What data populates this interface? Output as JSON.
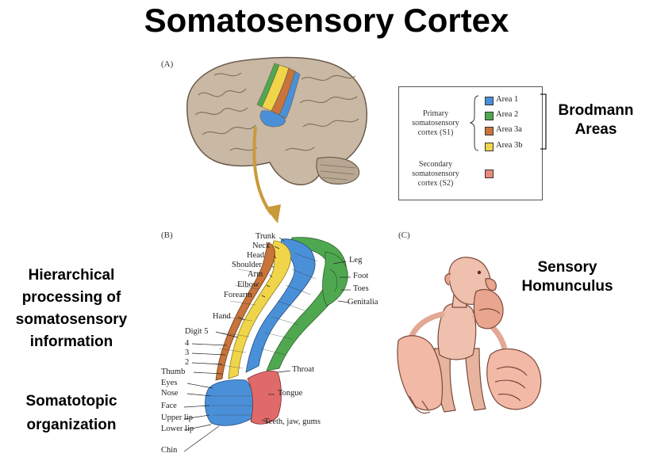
{
  "title": "Somatosensory Cortex",
  "panels": {
    "a": "(A)",
    "b": "(B)",
    "c": "(C)"
  },
  "legend": {
    "primary_label_1": "Primary",
    "primary_label_2": "somatosensory",
    "primary_label_3": "cortex (S1)",
    "secondary_label_1": "Secondary",
    "secondary_label_2": "somatosensory",
    "secondary_label_3": "cortex (S2)",
    "areas": [
      {
        "name": "Area 1",
        "color": "#4a90d9"
      },
      {
        "name": "Area 2",
        "color": "#4fa84f"
      },
      {
        "name": "Area 3a",
        "color": "#c8743a"
      },
      {
        "name": "Area 3b",
        "color": "#f0d54a"
      }
    ],
    "s2_color": "#e98a7a"
  },
  "brodmann_1": "Brodmann",
  "brodmann_2": "Areas",
  "left_labels": {
    "hier_1": "Hierarchical",
    "hier_2": "processing of",
    "hier_3": "somatosensory",
    "hier_4": "information",
    "somato_1": "Somatotopic",
    "somato_2": "organization"
  },
  "homunculus_1": "Sensory",
  "homunculus_2": "Homunculus",
  "body_map_left": [
    "Trunk",
    "Neck",
    "Head",
    "Shoulder",
    "Arm",
    "Elbow",
    "Forearm",
    "Hand",
    "Digit 5",
    "4",
    "3",
    "2",
    "Thumb",
    "Eyes",
    "Nose",
    "Face",
    "Upper lip",
    "Lower lip",
    "Chin"
  ],
  "body_map_right": [
    "Leg",
    "Foot",
    "Toes",
    "Genitalia",
    "Throat",
    "Tongue",
    "Teeth, jaw, gums"
  ]
}
